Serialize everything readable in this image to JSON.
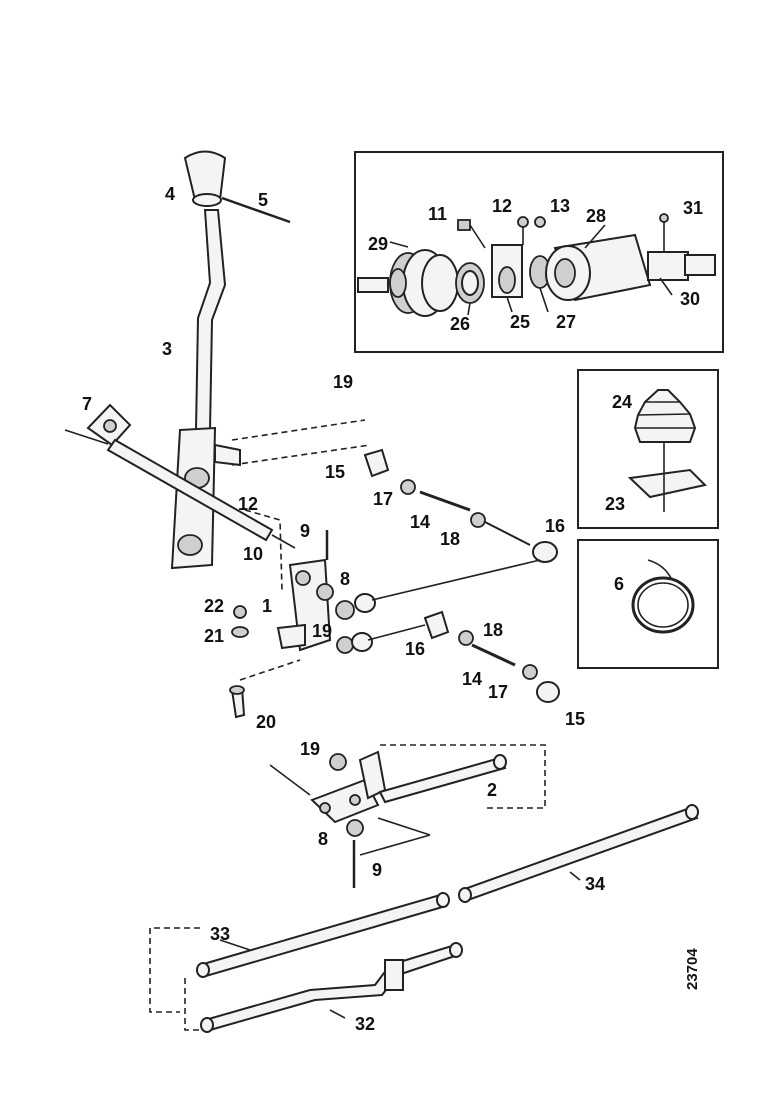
{
  "diagram": {
    "drawing_number": "23704",
    "callouts": {
      "c1": "1",
      "c2": "2",
      "c3": "3",
      "c4": "4",
      "c5": "5",
      "c6": "6",
      "c7": "7",
      "c8a": "8",
      "c8b": "8",
      "c9a": "9",
      "c9b": "9",
      "c10": "10",
      "c11": "11",
      "c12a": "12",
      "c12b": "12",
      "c13": "13",
      "c14a": "14",
      "c14b": "14",
      "c15a": "15",
      "c15b": "15",
      "c16a": "16",
      "c16b": "16",
      "c17a": "17",
      "c17b": "17",
      "c18a": "18",
      "c18b": "18",
      "c19a": "19",
      "c19b": "19",
      "c19c": "19",
      "c20": "20",
      "c21": "21",
      "c22": "22",
      "c23": "23",
      "c24": "24",
      "c25": "25",
      "c26": "26",
      "c27": "27",
      "c28": "28",
      "c29": "29",
      "c30": "30",
      "c31": "31",
      "c32": "32",
      "c33": "33",
      "c34": "34"
    }
  }
}
